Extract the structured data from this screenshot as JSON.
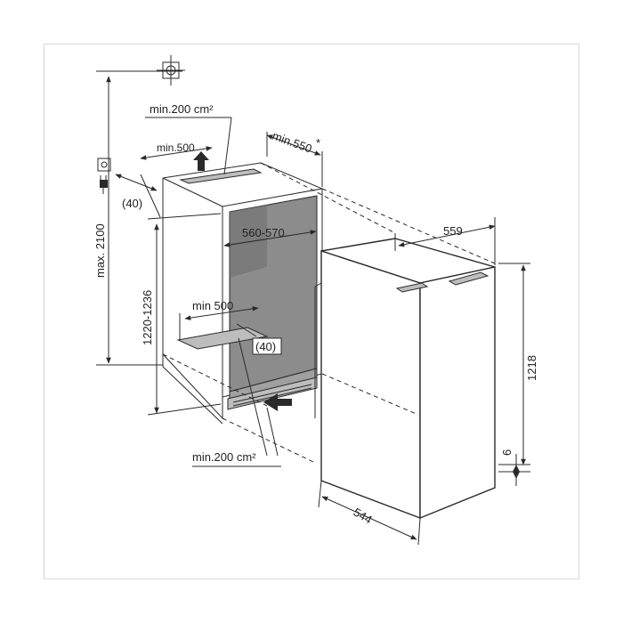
{
  "labels": {
    "max_height": "max. 2100",
    "niche_height": "1220-1236",
    "top_vent": "min.200 cm²",
    "top_depth": "min.500",
    "niche_depth": "min.550",
    "asterisk": "*",
    "offset_top": "(40)",
    "niche_width": "560-570",
    "bottom_depth": "min 500",
    "offset_bottom": "(40)",
    "bottom_vent": "min.200 cm²",
    "appliance_width": "559",
    "appliance_height": "1218",
    "base_gap": "6",
    "appliance_depth": "544"
  },
  "icons": [
    "target-crosshair-icon",
    "power-outlet-icon",
    "plug-icon",
    "airflow-arrow-up-icon",
    "airflow-arrow-in-icon"
  ],
  "colors": {
    "line": "#2a2a2a",
    "niche_fill": "#8c8c8c",
    "niche_dark": "#6e6e6e",
    "appliance_fill": "#ffffff",
    "frame": "#d6d6d6"
  }
}
